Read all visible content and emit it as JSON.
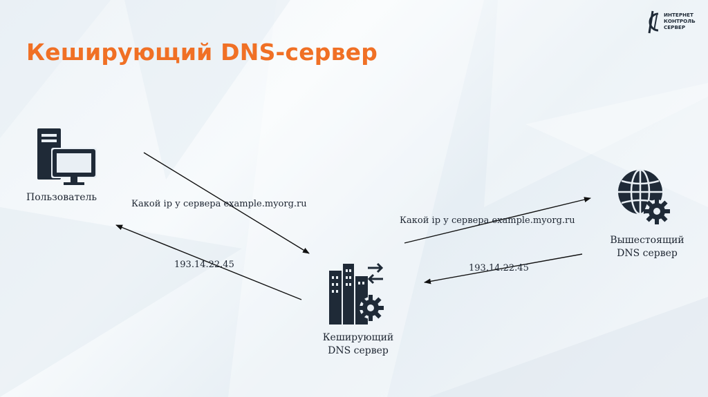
{
  "slide": {
    "title": "Кеширующий DNS-сервер",
    "logo": {
      "lines": [
        "ИНТЕРНЕТ",
        "КОНТРОЛЬ",
        "СЕРВЕР"
      ]
    },
    "nodes": {
      "user": {
        "label": "Пользователь",
        "icon": "user-computer-icon"
      },
      "caching": {
        "label_line1": "Кеширующий",
        "label_line2": "DNS сервер",
        "icon": "server-building-gear-icon"
      },
      "upstream": {
        "label_line1": "Вышестоящий",
        "label_line2": "DNS сервер",
        "icon": "globe-gear-icon"
      }
    },
    "edges": {
      "user_query": "Какой ip у сервера example.myorg.ru",
      "forward_query": "Какой ip у сервера example.myorg.ru",
      "upstream_answer": "193.14.22.45",
      "user_answer": "193.14.22.45"
    },
    "colors": {
      "title": "#f07025",
      "icon": "#1f2a37",
      "text": "#1c2430"
    }
  }
}
